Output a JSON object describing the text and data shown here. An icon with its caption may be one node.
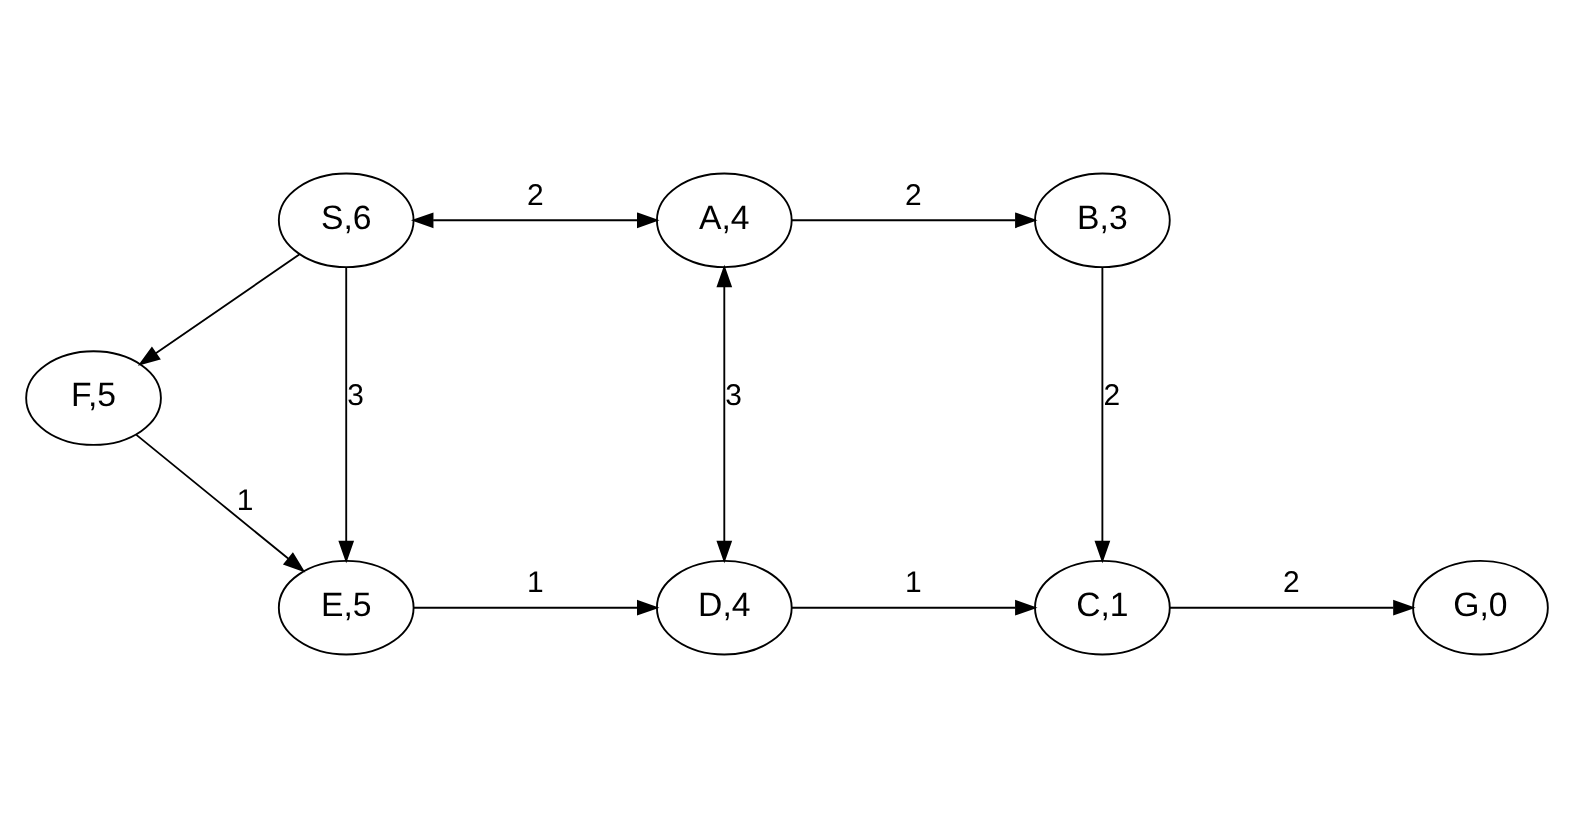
{
  "diagram": {
    "nodes": [
      {
        "text": [
          "S,6"
        ]
      },
      {
        "text": [
          "A,4"
        ]
      },
      {
        "text": [
          "B,3"
        ]
      },
      {
        "text": [
          "F,5"
        ]
      },
      {
        "text": [
          "E,5"
        ]
      },
      {
        "text": [
          "D,4"
        ]
      },
      {
        "text": [
          "C,1"
        ]
      },
      {
        "text": [
          "G,0"
        ]
      }
    ],
    "edges": [
      {
        "from": 0,
        "to": 1,
        "arrow": "both",
        "label": "2"
      },
      {
        "from": 1,
        "to": 2,
        "arrow": "to",
        "label": "2"
      },
      {
        "from": 0,
        "to": 3,
        "arrow": "to"
      },
      {
        "from": 0,
        "to": 4,
        "arrow": "to",
        "label": "3"
      },
      {
        "from": 1,
        "to": 5,
        "arrow": "both",
        "label": "3"
      },
      {
        "from": 3,
        "to": 4,
        "arrow": "to",
        "label": "1"
      },
      {
        "from": 2,
        "to": 6,
        "arrow": "to",
        "label": "2"
      },
      {
        "from": 4,
        "to": 5,
        "arrow": "to",
        "label": "1"
      },
      {
        "from": 5,
        "to": 6,
        "arrow": "to",
        "label": "1"
      },
      {
        "from": 6,
        "to": 7,
        "arrow": "to",
        "label": "2"
      }
    ]
  }
}
